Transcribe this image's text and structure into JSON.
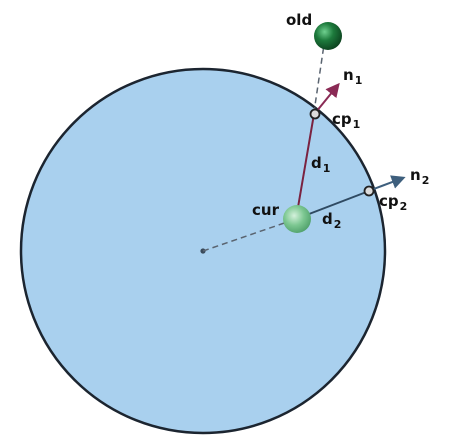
{
  "colors": {
    "sphere_fill": "#a9d0ee",
    "sphere_stroke": "#1c2530",
    "old_ball": "#1d7a3c",
    "cur_ball": "#7cc791",
    "dashed_line": "#5a6470",
    "d1_line": "#7a2240",
    "d2_line": "#2f4a62",
    "normal_n1": "#8a2a55",
    "normal_n2": "#3e5f7d"
  },
  "labels": {
    "old": "old",
    "cur": "cur",
    "d1": {
      "base": "d",
      "sub": "1"
    },
    "d2": {
      "base": "d",
      "sub": "2"
    },
    "n1": {
      "base": "n",
      "sub": "1"
    },
    "n2": {
      "base": "n",
      "sub": "2"
    },
    "cp1": {
      "base": "cp",
      "sub": "1"
    },
    "cp2": {
      "base": "cp",
      "sub": "2"
    }
  }
}
